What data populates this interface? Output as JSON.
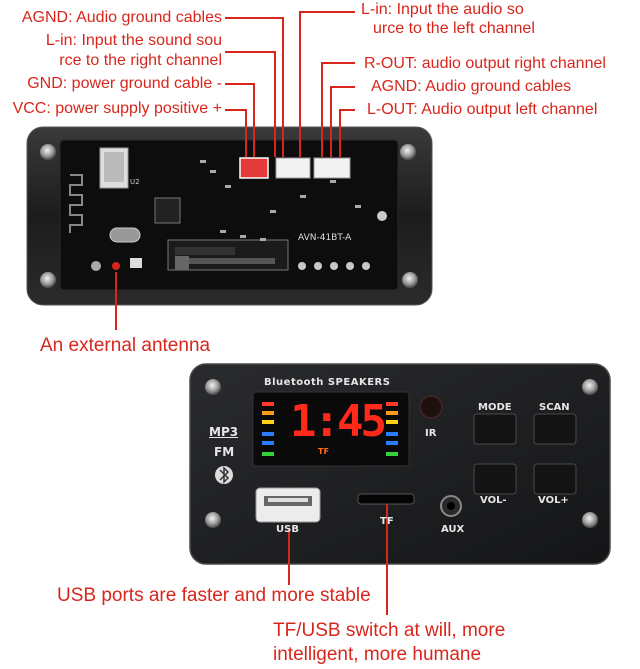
{
  "callouts": {
    "left": [
      "AGND: Audio ground cables",
      "L-in: Input the sound sou",
      "rce to the right channel",
      "GND: power ground cable -",
      "VCC: power supply positive +"
    ],
    "right": [
      "L-in: Input the audio so",
      "urce to the left channel",
      "R-OUT: audio output right channel",
      "AGND: Audio ground cables",
      "L-OUT: Audio output left channel"
    ],
    "antenna": "An external antenna",
    "usb": "USB ports are faster and more stable",
    "tf_line1": "TF/USB switch at will, more",
    "tf_line2": "intelligent, more humane"
  },
  "board": {
    "model": "AVN-41BT-A",
    "chip_label": "U2"
  },
  "front_panel": {
    "title": "Bluetooth SPEAKERS",
    "display": "1:45",
    "display_sub": "TF",
    "mp3": "MP3",
    "fm": "FM",
    "ir": "IR",
    "buttons": [
      "MODE",
      "SCAN",
      "VOL-",
      "VOL+"
    ],
    "usb": "USB",
    "tf": "TF",
    "aux": "AUX"
  },
  "colors": {
    "callout": "#d9261c",
    "board": "#111111",
    "panel": "#1a1b1d",
    "display": "#ff2a1a"
  }
}
